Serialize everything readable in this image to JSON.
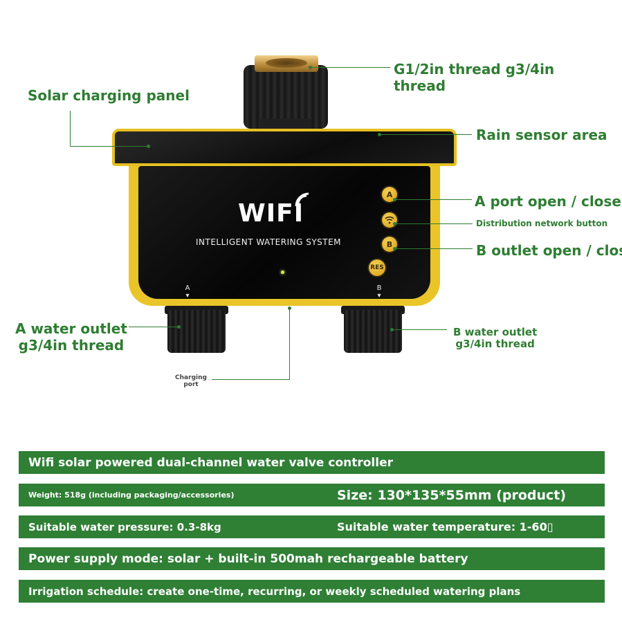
{
  "device": {
    "brand_text": "WIFI",
    "system_text": "INTELLIGENT WATERING SYSTEM",
    "button_a": "A",
    "button_b": "B",
    "button_res": "RES",
    "port_a": "A",
    "port_b": "B",
    "accent_color": "#e9c52a"
  },
  "callouts": {
    "solar_panel": "Solar charging panel",
    "inlet_thread_line1": "G1/2in thread g3/4in",
    "inlet_thread_line2": "thread",
    "rain_sensor": "Rain sensor area",
    "a_port": "A port open / close",
    "distribution_button": "Distribution network button",
    "b_outlet": "B outlet open / close",
    "a_outlet_line1": "A water outlet",
    "a_outlet_line2": "g3/4in thread",
    "b_outlet_line1": "B water outlet",
    "b_outlet_line2": "g3/4in thread",
    "charging_port_line1": "Charging",
    "charging_port_line2": "port",
    "label_color": "#2e7d32"
  },
  "specs": {
    "title": "Wifi solar powered dual-channel water valve controller",
    "weight": "Weight: 518g (including packaging/accessories)",
    "size": "Size: 130*135*55mm (product)",
    "pressure": "Suitable water pressure: 0.3-8kg",
    "temperature": "Suitable water temperature: 1-60▯",
    "power": "Power supply mode: solar + built-in 500mah rechargeable battery",
    "schedule": "Irrigation schedule: create one-time, recurring, or weekly scheduled watering plans",
    "bar_color": "#2f7f35"
  }
}
